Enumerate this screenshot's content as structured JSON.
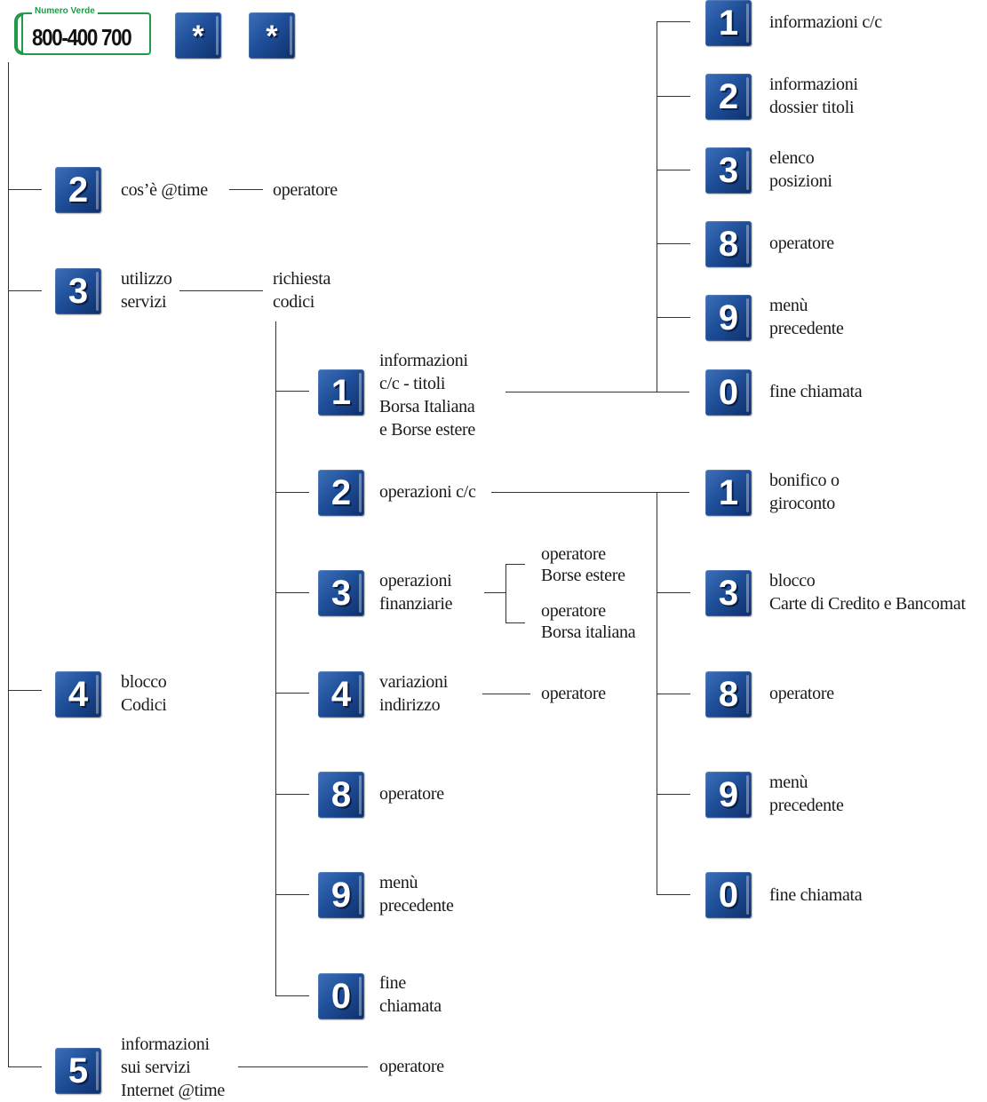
{
  "header": {
    "numero_verde_label": "Numero Verde",
    "phone_number": "800-400 700",
    "star_keys": [
      "*",
      "*"
    ]
  },
  "menu": {
    "main": [
      {
        "key": "2",
        "label": "cos’è @time",
        "next": "operatore"
      },
      {
        "key": "3",
        "label": "utilizzo\nservizi",
        "next": "richiesta\ncodici"
      },
      {
        "key": "4",
        "label": "blocco\nCodici"
      },
      {
        "key": "5",
        "label": "informazioni\nsui servizi\nInternet @time",
        "next": "operatore"
      }
    ],
    "codici_submenu": [
      {
        "key": "1",
        "label": "informazioni\nc/c -  titoli\nBorsa Italiana\ne Borse estere"
      },
      {
        "key": "2",
        "label": "operazioni c/c"
      },
      {
        "key": "3",
        "label": "operazioni\nfinanziarie",
        "branches": [
          "operatore\nBorse estere",
          "operatore\nBorsa italiana"
        ]
      },
      {
        "key": "4",
        "label": "variazioni\nindirizzo",
        "next": "operatore"
      },
      {
        "key": "8",
        "label": "operatore"
      },
      {
        "key": "9",
        "label": "menù\nprecedente"
      },
      {
        "key": "0",
        "label": "fine\nchiamata"
      }
    ],
    "info_submenu": [
      {
        "key": "1",
        "label": "informazioni c/c"
      },
      {
        "key": "2",
        "label": "informazioni\ndossier titoli"
      },
      {
        "key": "3",
        "label": "elenco\nposizioni"
      },
      {
        "key": "8",
        "label": "operatore"
      },
      {
        "key": "9",
        "label": "menù\nprecedente"
      },
      {
        "key": "0",
        "label": "fine chiamata"
      }
    ],
    "operazioni_submenu": [
      {
        "key": "1",
        "label": "bonifico o\ngiroconto"
      },
      {
        "key": "3",
        "label": "blocco\nCarte di Credito e Bancomat"
      },
      {
        "key": "8",
        "label": "operatore"
      },
      {
        "key": "9",
        "label": "menù\nprecedente"
      },
      {
        "key": "0",
        "label": "fine chiamata"
      }
    ]
  }
}
